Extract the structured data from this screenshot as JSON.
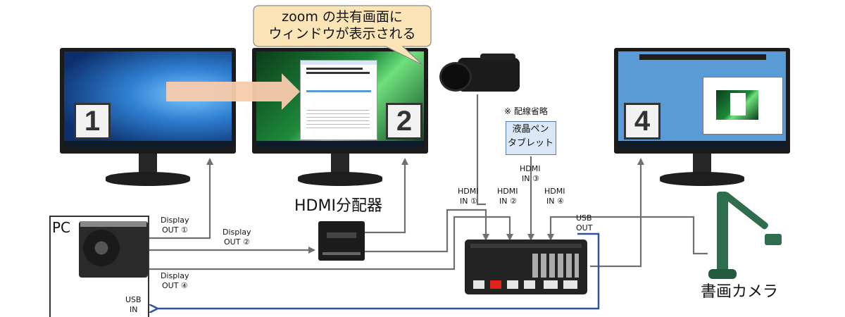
{
  "callout": {
    "line1": "zoom の共有画面に",
    "line2": "ウィンドウが表示される"
  },
  "monitors": {
    "m1": "1",
    "m2": "2",
    "m4": "4"
  },
  "labels": {
    "pc": "PC",
    "splitter": "HDMI分配器",
    "doc_camera": "書画カメラ",
    "wiring_note": "※ 配線省略",
    "tablet_line1": "液晶ペン",
    "tablet_line2": "タブレット",
    "display_out_1_a": "Display",
    "display_out_1_b": "OUT ①",
    "display_out_2_a": "Display",
    "display_out_2_b": "OUT ②",
    "display_out_4_a": "Display",
    "display_out_4_b": "OUT ④",
    "usb_in_a": "USB",
    "usb_in_b": "IN",
    "usb_out_a": "USB",
    "usb_out_b": "OUT",
    "hdmi_in_1_a": "HDMI",
    "hdmi_in_1_b": "IN ①",
    "hdmi_in_2_a": "HDMI",
    "hdmi_in_2_b": "IN ②",
    "hdmi_in_3_a": "HDMI",
    "hdmi_in_3_b": "IN ③",
    "hdmi_in_4_a": "HDMI",
    "hdmi_in_4_b": "IN ④"
  },
  "colors": {
    "gray_line": "#707070",
    "blue_line": "#2f5597",
    "screen_blue": "#2f7fd1",
    "screen_green": "#1d8a3a",
    "callout_fill": "#fbe5b6",
    "arrow_fill": "#f8cbad",
    "tablet_fill": "#dae8f7",
    "doc_camera_green": "#2e6e4f"
  }
}
